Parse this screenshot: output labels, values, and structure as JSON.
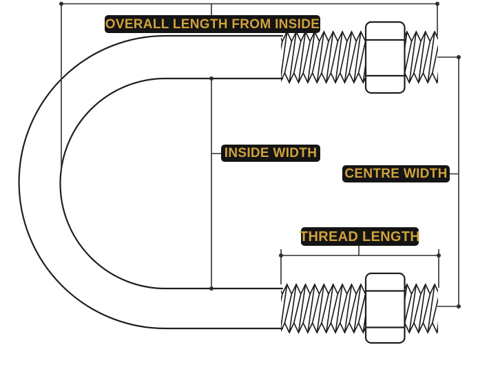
{
  "diagram": {
    "type": "u-bolt-dimension-diagram",
    "labels": {
      "overall_length": "OVERALL LENGTH FROM INSIDE",
      "inside_width": "INSIDE WIDTH",
      "centre_width": "CENTRE WIDTH",
      "thread_length": "THREAD LENGTH"
    }
  },
  "colors": {
    "background": "#ffffff",
    "line": "#1e1e1e",
    "dimension_line": "#2e2e2e",
    "label_background": "#141414",
    "label_text": "#d0a23c"
  }
}
